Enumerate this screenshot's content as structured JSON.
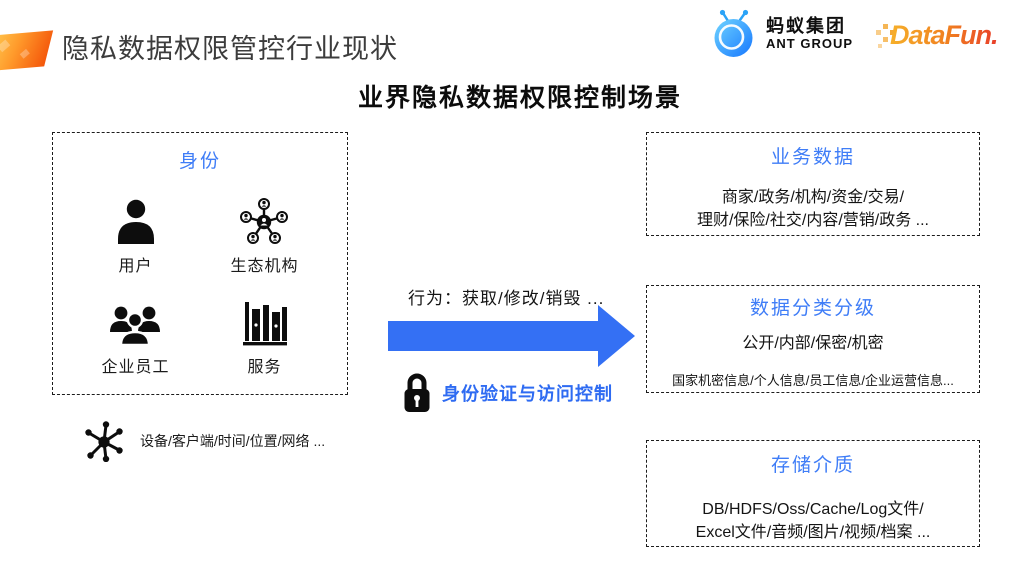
{
  "header": {
    "title": "隐私数据权限管控行业现状",
    "ant_group_cn": "蚂蚁集团",
    "ant_group_en": "ANT GROUP",
    "datafun_label": "DataFun."
  },
  "subtitle": "业界隐私数据权限控制场景",
  "identity_box": {
    "title": "身份",
    "items": [
      {
        "icon": "user-icon",
        "label": "用户"
      },
      {
        "icon": "ecosystem-org-icon",
        "label": "生态机构"
      },
      {
        "icon": "employees-icon",
        "label": "企业员工"
      },
      {
        "icon": "service-icon",
        "label": "服务"
      }
    ]
  },
  "context_note": "设备/客户端/时间/位置/网络 ...",
  "flow": {
    "behavior_label": "行为：获取/修改/销毁 ...",
    "access_control_label": "身份验证与访问控制"
  },
  "right_boxes": [
    {
      "title": "业务数据",
      "lines": [
        "商家/政务/机构/资金/交易/",
        "理财/保险/社交/内容/营销/政务 ..."
      ]
    },
    {
      "title": "数据分类分级",
      "lines": [
        "公开/内部/保密/机密",
        "国家机密信息/个人信息/员工信息/企业运营信息..."
      ]
    },
    {
      "title": "存储介质",
      "lines": [
        "DB/HDFS/Oss/Cache/Log文件/",
        "Excel文件/音频/图片/视频/档案 ..."
      ]
    }
  ],
  "colors": {
    "accent_blue": "#3F7DF7",
    "arrow_blue": "#3470F4",
    "logo_orange_start": "#FFC94F",
    "logo_orange_end": "#F4560A"
  }
}
